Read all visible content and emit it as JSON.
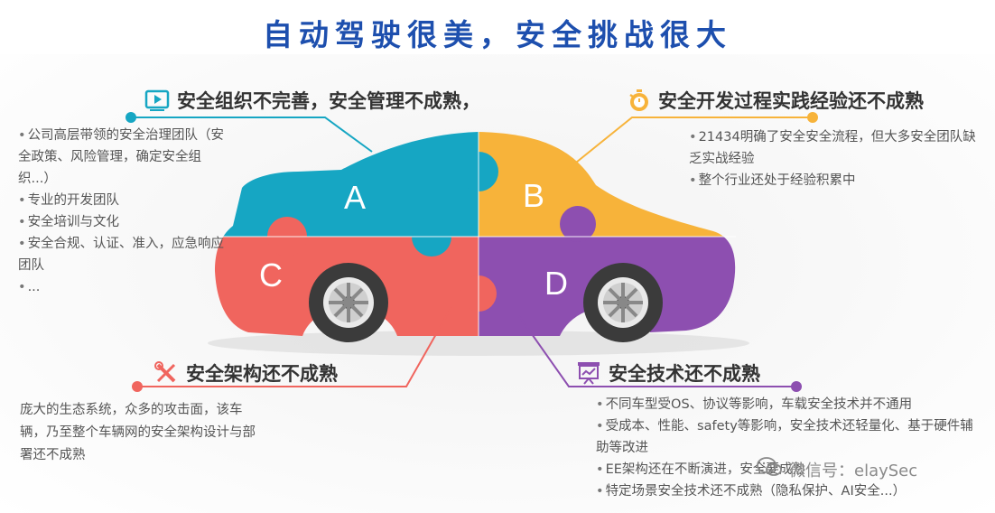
{
  "title": "自动驾驶很美，安全挑战很大",
  "pieces": {
    "a": "A",
    "b": "B",
    "c": "C",
    "d": "D"
  },
  "sections": {
    "a": {
      "heading": "安全组织不完善，安全管理不成熟，",
      "items": [
        "公司高层带领的安全治理团队（安全政策、风险管理，确定安全组织...）",
        "专业的开发团队",
        "安全培训与文化",
        "安全合规、认证、准入，应急响应团队",
        "..."
      ]
    },
    "b": {
      "heading": "安全开发过程实践经验还不成熟",
      "items": [
        "21434明确了安全安全流程，但大多安全团队缺乏实战经验",
        "整个行业还处于经验积累中"
      ]
    },
    "c": {
      "heading": "安全架构还不成熟",
      "text": "庞大的生态系统，众多的攻击面，该车辆，乃至整个车辆网的安全架构设计与部署还不成熟"
    },
    "d": {
      "heading": "安全技术还不成熟",
      "items": [
        "不同车型受OS、协议等影响，车载安全技术并不通用",
        "受成本、性能、safety等影响，安全技术还轻量化、基于硬件辅助等改进",
        "EE架构还在不断演进，安全要成熟",
        "特定场景安全技术还不成熟（隐私保护、AI安全...）"
      ]
    }
  },
  "watermark": "微信号：elaySec",
  "colors": {
    "a": "#16a6c3",
    "b": "#f7b33a",
    "c": "#f0655e",
    "d": "#8d4fb0",
    "title": "#1d4fae"
  }
}
